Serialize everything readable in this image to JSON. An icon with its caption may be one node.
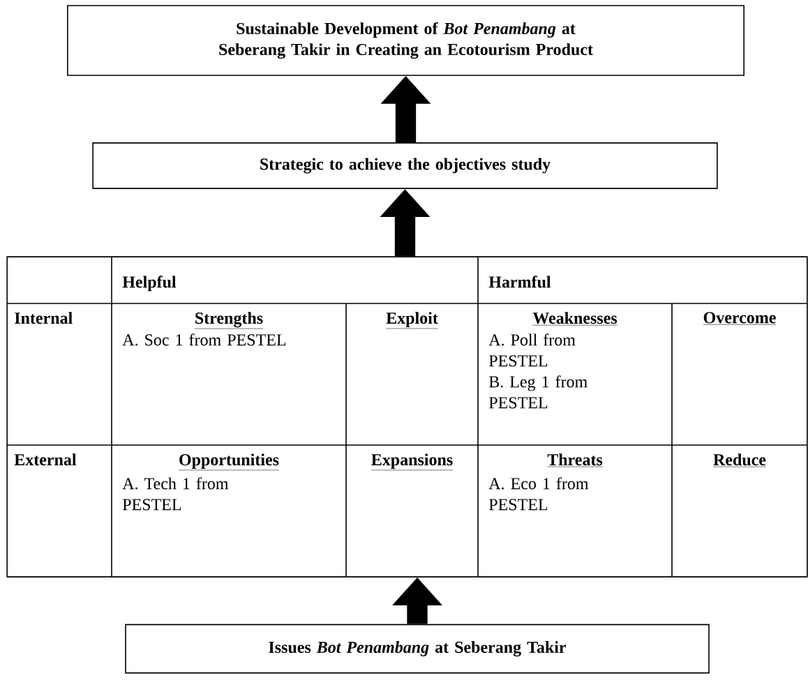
{
  "diagram": {
    "nodes": [
      {
        "text": [
          "Sustainable Development of *Bot Penambang* at Seberang Takir in Creating an Ecotourism Product"
        ]
      },
      {
        "text": [
          "Strategic to achieve the objectives study"
        ]
      },
      {
        "text": [
          "Helpful",
          "Harmful",
          "Internal",
          "Strengths",
          "A. Soc 1 from PESTEL",
          "Exploit",
          "Weaknesses",
          "A. Poll from PESTEL",
          "B. Leg 1 from PESTEL",
          "Overcome",
          "External",
          "Opportunities",
          "A. Tech 1 from PESTEL",
          "Expansions",
          "Threats",
          "A. Eco 1 from PESTEL",
          "Reduce"
        ]
      },
      {
        "text": [
          "Issues *Bot Penambang* at Seberang Takir"
        ]
      }
    ],
    "edges": [
      {
        "from": 3,
        "to": 2,
        "arrow": "to"
      },
      {
        "from": 2,
        "to": 1,
        "arrow": "to"
      },
      {
        "from": 1,
        "to": 0,
        "arrow": "to"
      }
    ]
  }
}
